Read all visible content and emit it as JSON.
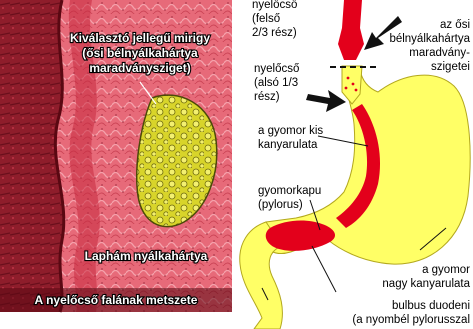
{
  "left_panel": {
    "gland_label_line1": "Kiválasztó jellegű mirigy",
    "gland_label_line2": "(ősi bélnyálkahártya",
    "gland_label_line3": "maradványsziget)",
    "epithelium_label": "Laphám nyálkahártya",
    "caption": "A nyelőcső falának metszete"
  },
  "right_panel": {
    "upper_esophagus_line1": "nyelőcső",
    "upper_esophagus_line2": "(felső",
    "upper_esophagus_line3": "2/3 rész)",
    "lower_esophagus_line1": "nyelőcső",
    "lower_esophagus_line2": "(alsó 1/3",
    "lower_esophagus_line3": "rész)",
    "remnant_line1": "az ősi",
    "remnant_line2": "bélnyálkahártya",
    "remnant_line3": "maradvány-",
    "remnant_line4": "szigetei",
    "lesser_curvature_line1": "a gyomor kis",
    "lesser_curvature_line2": "kanyarulata",
    "pylorus_line1": "gyomorkapu",
    "pylorus_line2": "(pylorus)",
    "greater_curvature_line1": "a gyomor",
    "greater_curvature_line2": "nagy kanyarulata",
    "bulbus_line1": "bulbus duodeni",
    "bulbus_line2": "(a nyombél pylorusszal"
  },
  "colors": {
    "tissue_red": "#d8324a",
    "tissue_pink": "#f07a88",
    "gland_yellow": "#e6e23a",
    "stomach_yellow": "#ffff66",
    "mucosa_red": "#e3001b",
    "arrow_black": "#111111"
  }
}
